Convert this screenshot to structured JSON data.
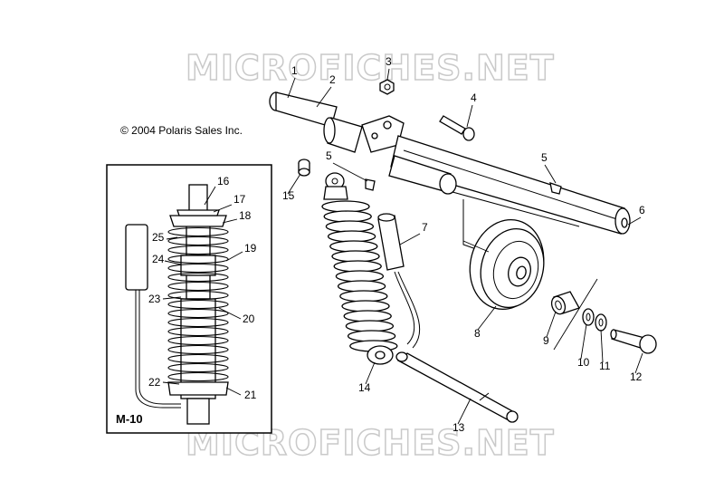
{
  "watermark": "MICROFICHES.NET",
  "copyright": "© 2004 Polaris Sales Inc.",
  "inset_label": "M-10",
  "callouts": {
    "1": "1",
    "2": "2",
    "3": "3",
    "4": "4",
    "5": "5",
    "5b": "5",
    "6": "6",
    "7": "7",
    "8": "8",
    "9": "9",
    "10": "10",
    "11": "11",
    "12": "12",
    "13": "13",
    "14": "14",
    "15": "15",
    "16": "16",
    "17": "17",
    "18": "18",
    "19": "19",
    "20": "20",
    "21": "21",
    "22": "22",
    "23": "23",
    "24": "24",
    "25": "25"
  }
}
